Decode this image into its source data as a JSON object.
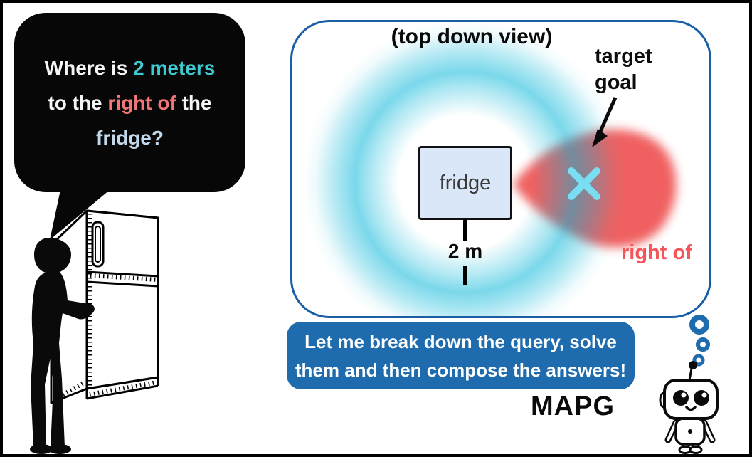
{
  "question_bubble": {
    "line1_part1": "Where is ",
    "line1_part2": "2 meters",
    "line2_part1": "to the ",
    "line2_part2": "right of",
    "line2_part3": " the",
    "line3": "fridge?",
    "colors": {
      "distance_text": "#3fc9d1",
      "relation_text": "#f27678",
      "object_text": "#c4d8ec"
    }
  },
  "topdown_view": {
    "title": "(top down view)",
    "fridge_label": "fridge",
    "distance_label": "2 m",
    "target_goal_line1": "target",
    "target_goal_line2": "goal",
    "relation_label": "right of",
    "colors": {
      "panel_border": "#1a5fa5",
      "distance_ring": "#00b4d8",
      "relation_region": "#ee4b4b",
      "goal_marker": "#7adef2",
      "fridge_fill": "#d9e7f8"
    }
  },
  "robot": {
    "message_line1": "Let me break down the query, solve",
    "message_line2": "them and then compose the answers!",
    "name": "MAPG",
    "bubble_color": "#1e6bad"
  }
}
